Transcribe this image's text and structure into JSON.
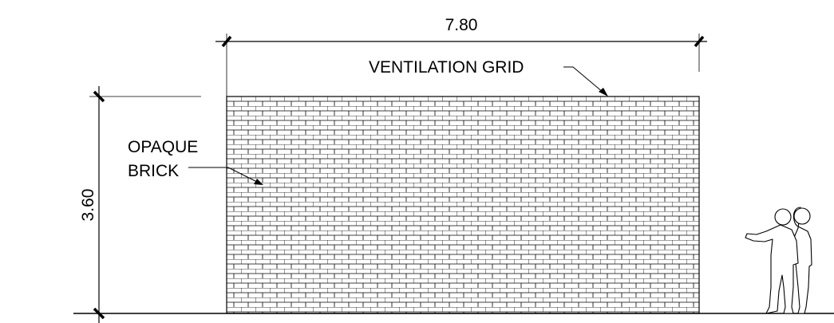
{
  "dimensions": {
    "width_label": "7.80",
    "height_label": "3.60"
  },
  "annotations": {
    "ventilation_grid": "VENTILATION GRID",
    "opaque_brick_line1": "OPAQUE",
    "opaque_brick_line2": "BRICK"
  },
  "colors": {
    "line": "#000000",
    "background": "#ffffff"
  }
}
